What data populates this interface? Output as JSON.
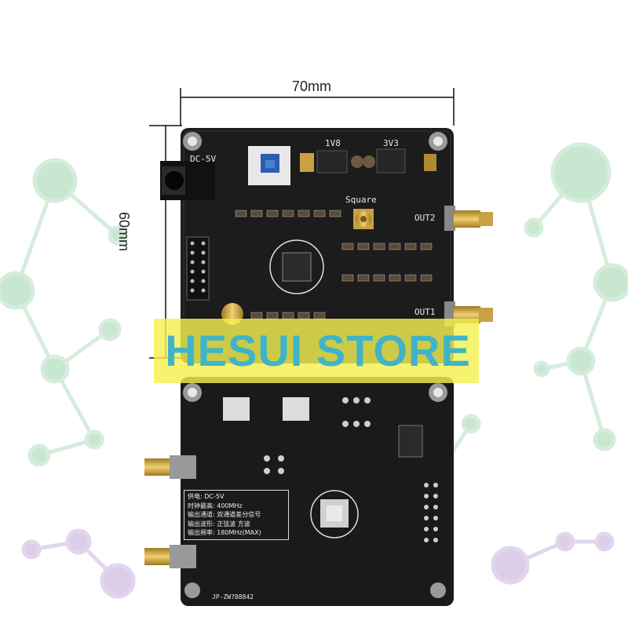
{
  "image": {
    "subject": "Two-channel DDS signal generator PCB, top and bottom views",
    "dimensions": {
      "width_label": "70mm",
      "height_label": "60mm"
    },
    "watermark": "HESUI STORE",
    "silkscreen": {
      "power_jack": "DC-5V",
      "reg1": "1V8",
      "reg2": "3V3",
      "square": "Square",
      "out2": "OUT2",
      "out1": "OUT1",
      "part_number": "JP-ZW788842"
    },
    "spec_table": [
      "供电: DC-5V",
      "时钟最高: 400MHz",
      "输出通道: 双通道差分信号",
      "输出波形: 正弦波 方波",
      "输出频率: 180MHz(MAX)"
    ],
    "colors": {
      "pcb": "#1c1c1c",
      "banner": "#f4f050",
      "watermark_text": "#3fb4c8",
      "sma_gold": "#c9a043",
      "background_network": "#a8d8b4"
    }
  }
}
